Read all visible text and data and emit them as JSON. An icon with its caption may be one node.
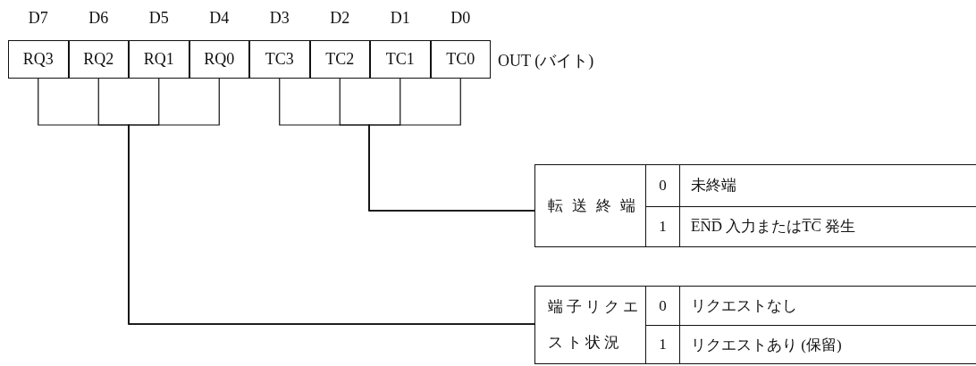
{
  "diagram": {
    "nodes": [
      {
        "text": [
          "RQ3"
        ]
      },
      {
        "text": [
          "RQ2"
        ]
      },
      {
        "text": [
          "RQ1"
        ]
      },
      {
        "text": [
          "RQ0"
        ]
      },
      {
        "text": [
          "TC3"
        ]
      },
      {
        "text": [
          "TC2"
        ]
      },
      {
        "text": [
          "TC1"
        ]
      },
      {
        "text": [
          "TC0"
        ],
        "beside": [
          "OUT (バイト)"
        ]
      },
      {
        "text": [
          "転送終端",
          "0",
          "未終端",
          "1",
          "E̅N̅D̅ 入力またはT̅C̅ 発生"
        ]
      },
      {
        "text": [
          "端子リクエスト状況",
          "0",
          "リクエストなし",
          "1",
          "リクエストあり (保留)"
        ]
      }
    ],
    "edges": [
      {
        "from": 4,
        "to": 8,
        "arrow": "none"
      },
      {
        "from": 5,
        "to": 8,
        "arrow": "none"
      },
      {
        "from": 6,
        "to": 8,
        "arrow": "none"
      },
      {
        "from": 7,
        "to": 8,
        "arrow": "none"
      },
      {
        "from": 0,
        "to": 9,
        "arrow": "none"
      },
      {
        "from": 1,
        "to": 9,
        "arrow": "none"
      },
      {
        "from": 2,
        "to": 9,
        "arrow": "none"
      },
      {
        "from": 3,
        "to": 9,
        "arrow": "none"
      }
    ],
    "labels": [
      "D7",
      "D6",
      "D5",
      "D4",
      "D3",
      "D2",
      "D1",
      "D0"
    ]
  }
}
